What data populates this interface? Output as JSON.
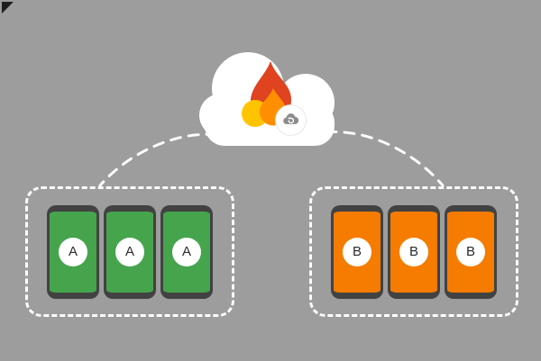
{
  "diagram": {
    "background_color": "#9D9D9D",
    "corner_mark_color": "#1E1E1E",
    "cloud": {
      "fill_color": "#FFFFFF",
      "flame_icon": {
        "name": "firebase-flame-icon",
        "red": "#E0431F",
        "orange": "#FF8F00",
        "yellow": "#FFC400"
      },
      "badge": {
        "icon": "cloud-sync-icon",
        "icon_color": "#8C8C8C",
        "background": "#FFFFFF"
      }
    },
    "connectors": {
      "color": "#FCFCFC",
      "style": "dashed"
    },
    "groups": [
      {
        "id": "group-a",
        "box_border_color": "#FCFCFC",
        "device_color": "#46A44D",
        "device_frame_color": "#424242",
        "devices": [
          {
            "label": "A"
          },
          {
            "label": "A"
          },
          {
            "label": "A"
          }
        ]
      },
      {
        "id": "group-b",
        "box_border_color": "#FCFCFC",
        "device_color": "#F57C00",
        "device_frame_color": "#424242",
        "devices": [
          {
            "label": "B"
          },
          {
            "label": "B"
          },
          {
            "label": "B"
          }
        ]
      }
    ]
  }
}
